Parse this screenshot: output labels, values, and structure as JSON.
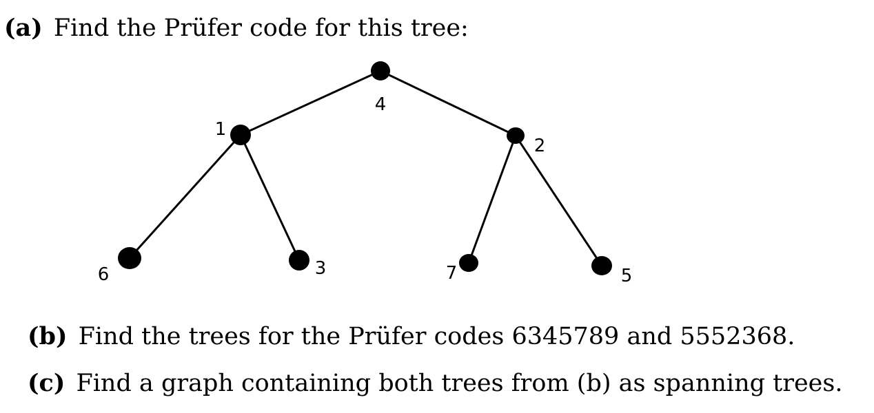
{
  "questions": {
    "a": {
      "label": "(a)",
      "text": "Find the Prüfer code for this tree:"
    },
    "b": {
      "label": "(b)",
      "text": "Find the trees for the Prüfer codes 6345789 and 5552368."
    },
    "c": {
      "label": "(c)",
      "text": "Find a graph containing both trees from (b) as spanning trees."
    }
  },
  "tree": {
    "nodes": [
      {
        "id": "4",
        "label": "4"
      },
      {
        "id": "1",
        "label": "1"
      },
      {
        "id": "2",
        "label": "2"
      },
      {
        "id": "6",
        "label": "6"
      },
      {
        "id": "3",
        "label": "3"
      },
      {
        "id": "7",
        "label": "7"
      },
      {
        "id": "5",
        "label": "5"
      }
    ],
    "edges": [
      [
        "4",
        "1"
      ],
      [
        "4",
        "2"
      ],
      [
        "1",
        "6"
      ],
      [
        "1",
        "3"
      ],
      [
        "2",
        "7"
      ],
      [
        "2",
        "5"
      ]
    ]
  }
}
